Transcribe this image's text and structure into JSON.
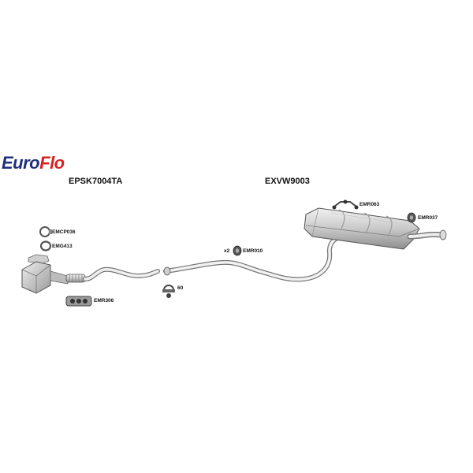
{
  "brand": {
    "part1": "Euro",
    "part2": "Flo",
    "color_primary": "#1f2f7a",
    "color_accent": "#d8201e"
  },
  "kits": [
    {
      "code": "EPSK7004TA"
    },
    {
      "code": "EXVW9003"
    }
  ],
  "parts": {
    "clamp_front": "EMCP036",
    "gasket_front": "EMG413",
    "hanger_front": "EMR306",
    "clamp_mid": "60",
    "rubber_mid_qty": "x2",
    "rubber_mid": "EMR010",
    "bracket_rear": "EMR063",
    "rubber_rear": "EMR037"
  }
}
